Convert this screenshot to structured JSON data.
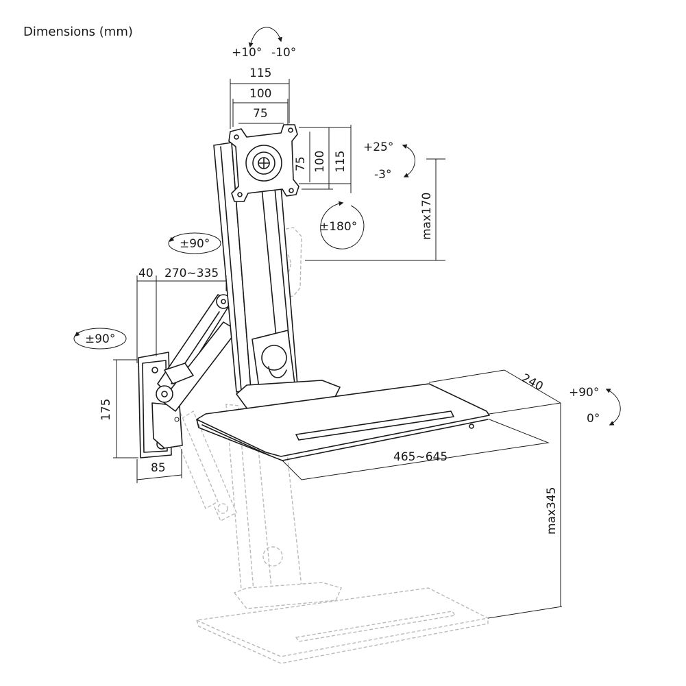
{
  "title": "Dimensions (mm)",
  "labels": {
    "tilt_top_plus": "+10°",
    "tilt_top_minus": "-10°",
    "vesa_115_w": "115",
    "vesa_100_w": "100",
    "vesa_75_w": "75",
    "vesa_75_h": "75",
    "vesa_100_h": "100",
    "vesa_115_h": "115",
    "tilt_plus25": "+25°",
    "tilt_minus3": "-3°",
    "max170": "max170",
    "rotate180": "±180°",
    "swivel90_upper": "±90°",
    "dim40": "40",
    "dim270_335": "270~335",
    "swivel90_left": "±90°",
    "dim175": "175",
    "dim85": "85",
    "dim240": "240",
    "tilt_plus90": "+90°",
    "tilt_zero": "0°",
    "dim465_645": "465~645",
    "max345": "max345"
  }
}
